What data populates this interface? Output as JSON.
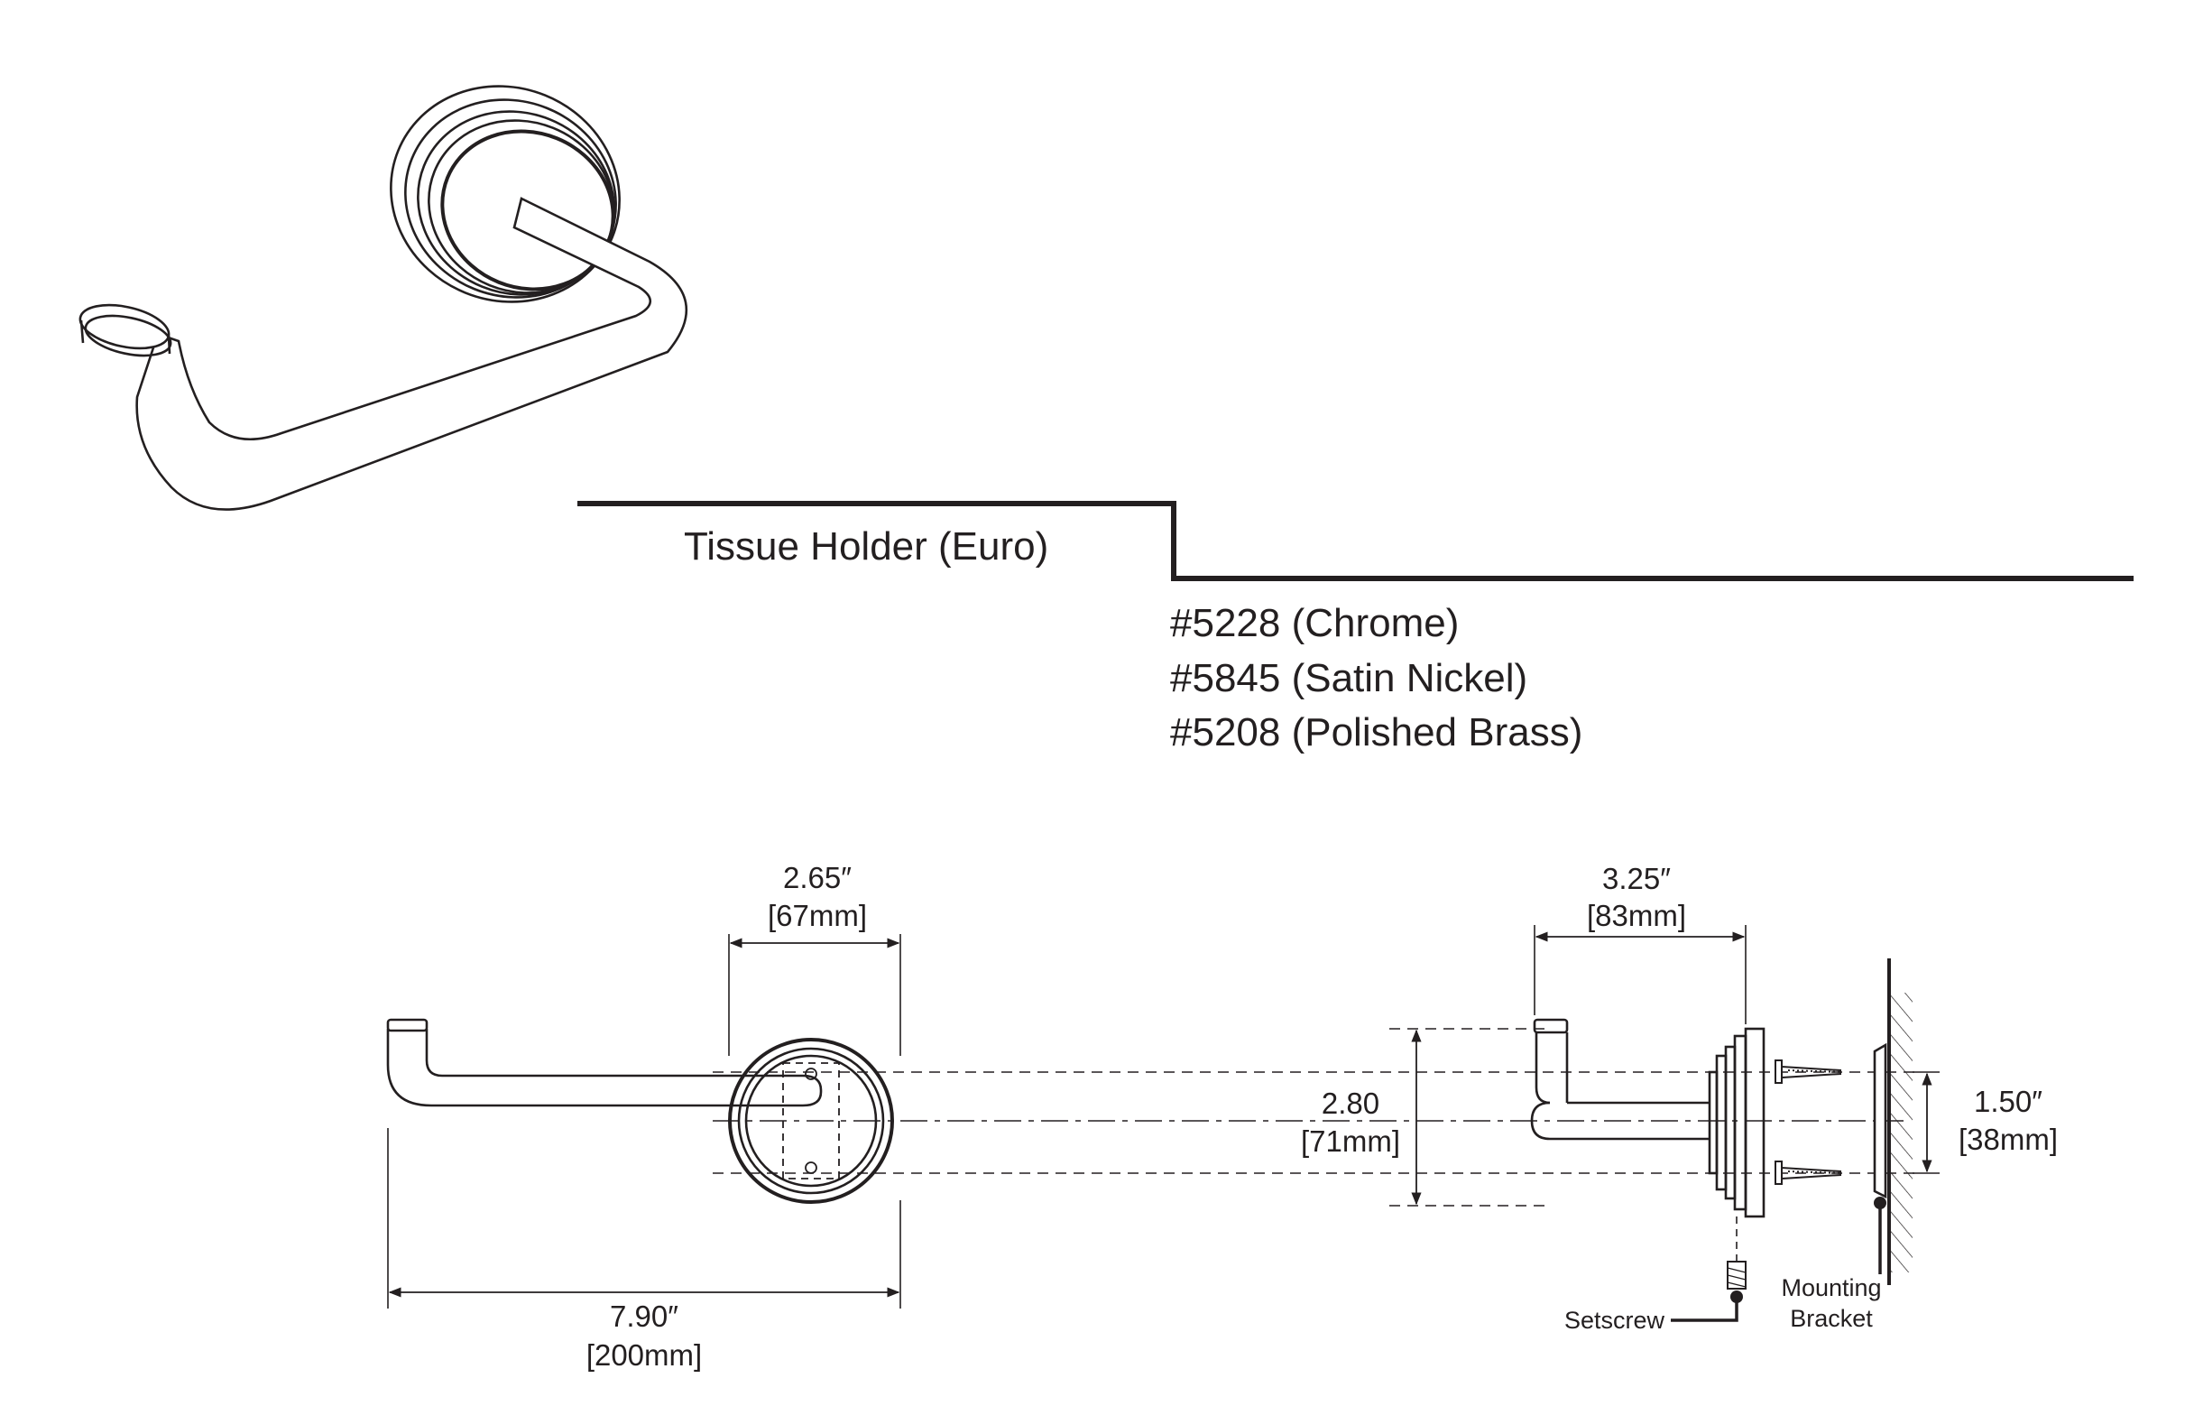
{
  "title": "Tissue Holder (Euro)",
  "finishes": [
    "#5228 (Chrome)",
    "#5845 (Satin Nickel)",
    "#5208 (Polished Brass)"
  ],
  "dimensions": {
    "rose_width": {
      "imperial": "2.65″",
      "metric": "[67mm]"
    },
    "overall_length": {
      "imperial": "7.90″",
      "metric": "[200mm]"
    },
    "projection": {
      "imperial": "3.25″",
      "metric": "[83mm]"
    },
    "height": {
      "imperial": "2.80",
      "metric": "[71mm]"
    },
    "screw_spacing": {
      "imperial": "1.50″",
      "metric": "[38mm]"
    }
  },
  "callouts": {
    "setscrew": "Setscrew",
    "bracket_line1": "Mounting",
    "bracket_line2": "Bracket"
  },
  "colors": {
    "ink": "#231f20",
    "background": "#ffffff"
  }
}
